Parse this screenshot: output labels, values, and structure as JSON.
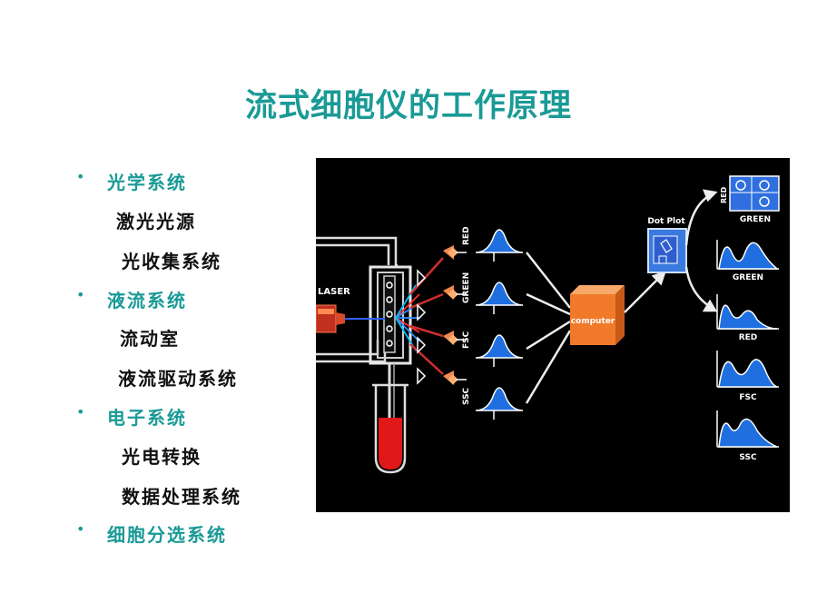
{
  "title": "流式细胞仪的工作原理",
  "sections": [
    {
      "label": "光学系统",
      "items": [
        "激光光源",
        "光收集系统"
      ]
    },
    {
      "label": "液流系统",
      "items": [
        "流动室",
        "液流驱动系统"
      ]
    },
    {
      "label": "电子系统",
      "items": [
        "光电转换",
        "数据处理系统"
      ]
    },
    {
      "label": "细胞分选系统",
      "items": []
    }
  ],
  "diagram": {
    "laser_label": "LASER",
    "detectors": [
      "RED",
      "GREEN",
      "FSC",
      "SSC"
    ],
    "computer_label": "computer",
    "dot_plot_label": "Dot Plot",
    "dot_plot_axes": [
      "RED",
      "GREEN"
    ],
    "histograms": [
      "GREEN",
      "RED",
      "FSC",
      "SSC"
    ]
  },
  "colors": {
    "accent": "#1a9a96",
    "diagram_bg": "#000000",
    "peak_blue": "#1f6fe0",
    "computer_orange": "#f07a2a",
    "sample_red": "#e01818"
  }
}
